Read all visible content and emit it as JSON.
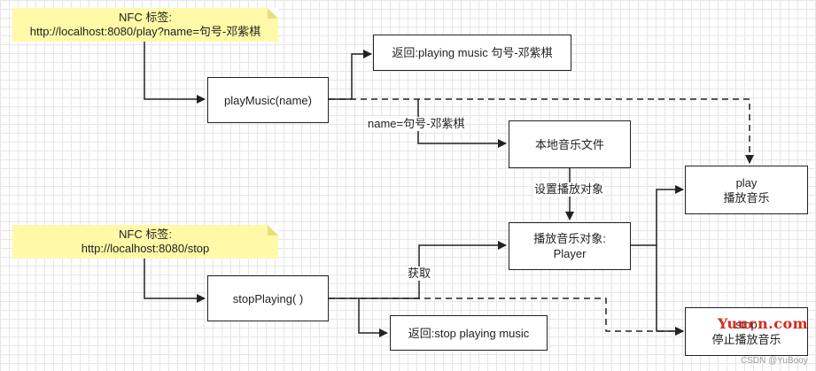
{
  "notes": {
    "note1": {
      "line1": "NFC 标签:",
      "line2": "http://localhost:8080/play?name=句号-邓紫棋"
    },
    "note2": {
      "line1": "NFC 标签:",
      "line2": "http://localhost:8080/stop"
    }
  },
  "boxes": {
    "play_music": "playMusic(name)",
    "return_play": "返回:playing music 句号-邓紫棋",
    "local_file": "本地音乐文件",
    "player_obj": {
      "line1": "播放音乐对象:",
      "line2": "Player"
    },
    "play_result": {
      "line1": "play",
      "line2": "播放音乐"
    },
    "stop_playing": "stopPlaying( )",
    "return_stop": "返回:stop playing music",
    "stop_result": {
      "line1": "stop",
      "line2": "停止播放音乐"
    }
  },
  "labels": {
    "name_param": "name=句号-邓紫棋",
    "set_player": "设置播放对象",
    "get": "获取"
  },
  "watermark": {
    "logo": "Yuucn.com",
    "csdn": "CSDN @YuBooy"
  }
}
